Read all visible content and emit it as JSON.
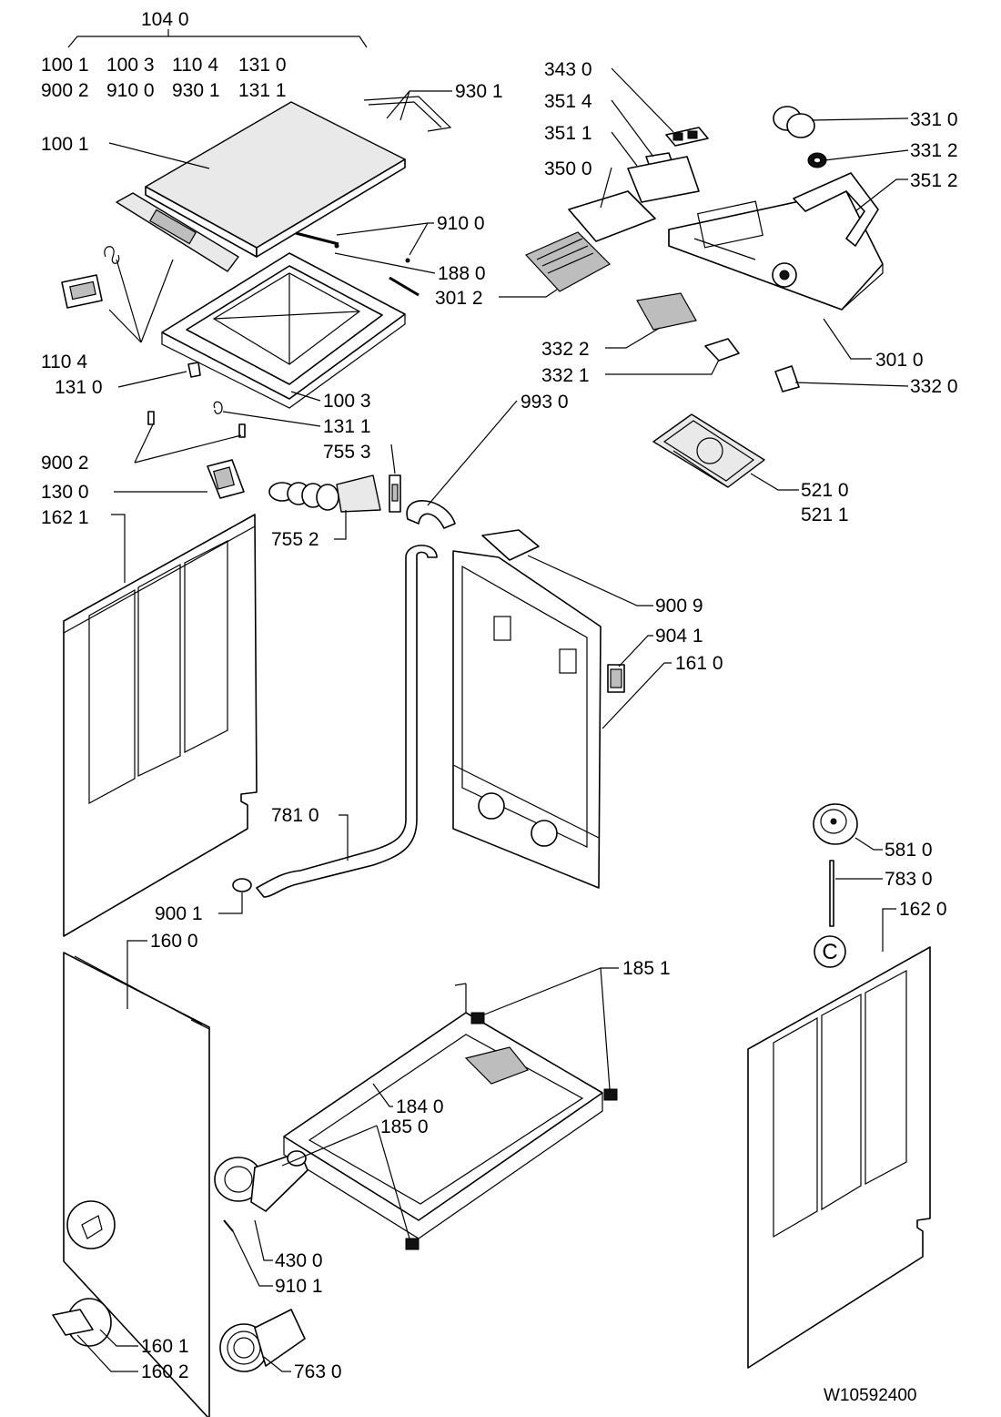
{
  "diagram": {
    "header": {
      "group": "104 0",
      "row1": [
        "100 1",
        "100 3",
        "110 4",
        "131 0"
      ],
      "row2": [
        "900 2",
        "910 0",
        "930 1",
        "131 1"
      ]
    },
    "labels": {
      "l9301": "930 1",
      "l1001": "100 1",
      "l9100": "910 0",
      "l1880": "188 0",
      "l1104": "110 4",
      "l1310": "131 0",
      "l1003": "100 3",
      "l1311": "131 1",
      "l7553": "755 3",
      "l9002": "900 2",
      "l1300": "130 0",
      "l1621": "162 1",
      "l7552": "755 2",
      "l3430": "343 0",
      "l3514": "351 4",
      "l3511": "351 1",
      "l3500": "350 0",
      "l3012": "301 2",
      "l3322": "332 2",
      "l3321": "332 1",
      "l9930": "993 0",
      "l3310": "331 0",
      "l3312": "331 2",
      "l3512": "351 2",
      "l3010": "301 0",
      "l3320": "332 0",
      "l5210": "521 0",
      "l5211": "521 1",
      "l9009": "900 9",
      "l9041": "904 1",
      "l1610": "161 0",
      "l7810": "781 0",
      "l9001": "900 1",
      "l1600": "160 0",
      "l5810": "581 0",
      "l7830": "783 0",
      "l1620": "162 0",
      "l1851": "185 1",
      "l1840": "184 0",
      "l1850": "185 0",
      "l4300": "430 0",
      "l9101": "910 1",
      "l1601": "160 1",
      "l1602": "160 2",
      "l7630": "763 0"
    },
    "circle_letter": "C",
    "doc_number": "W10592400"
  }
}
